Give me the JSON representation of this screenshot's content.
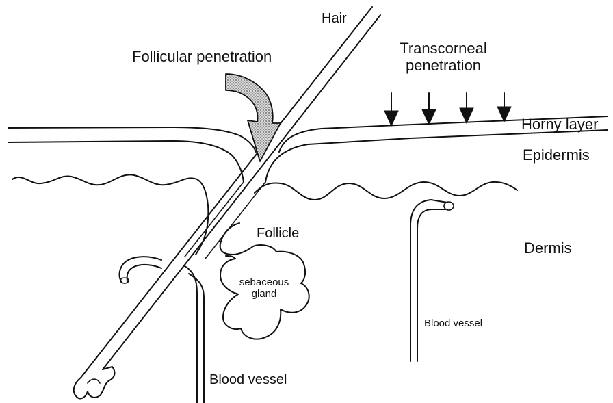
{
  "labels": {
    "hair": "Hair",
    "follicular_penetration": "Follicular penetration",
    "transcorneal_line1": "Transcorneal",
    "transcorneal_line2": "penetration",
    "horny_layer": "Horny layer",
    "epidermis": "Epidermis",
    "dermis": "Dermis",
    "follicle": "Follicle",
    "sebaceous_line1": "sebaceous",
    "sebaceous_line2": "gland",
    "blood_vessel_right": "Blood vessel",
    "blood_vessel_bottom": "Blood vessel"
  },
  "colors": {
    "ink": "#111111",
    "arrow_fill": "#c8c8c8",
    "background": "#ffffff"
  }
}
